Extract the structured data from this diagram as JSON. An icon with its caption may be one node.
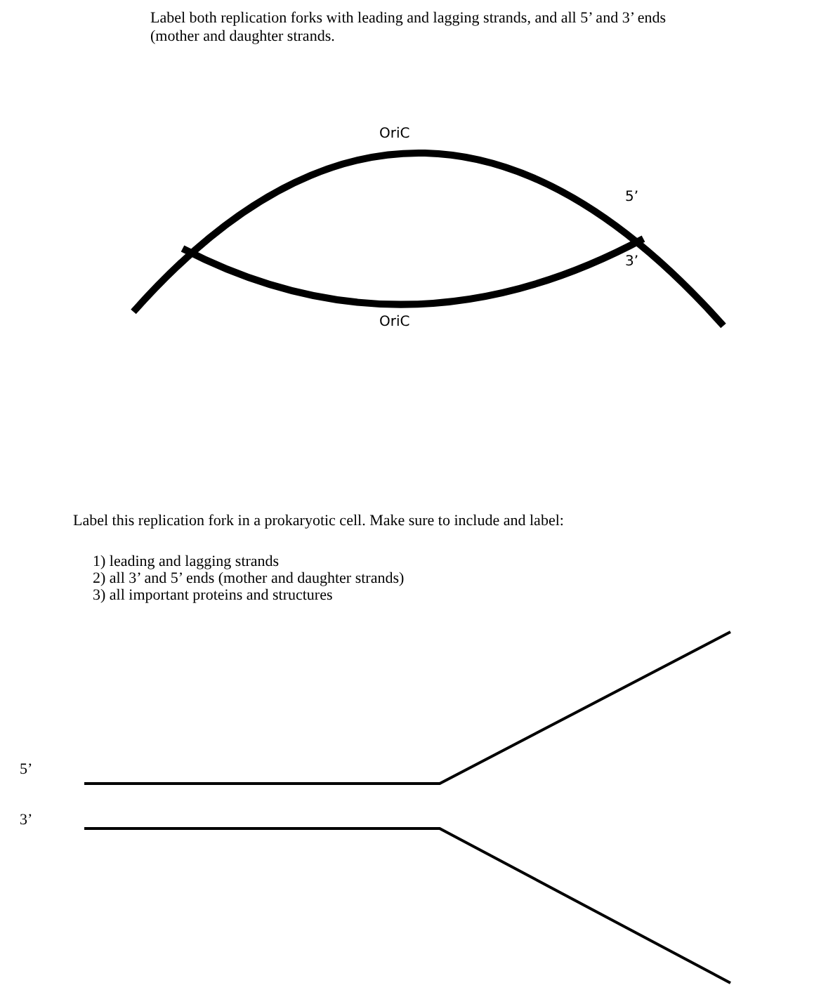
{
  "diagram": {
    "labels": [
      "Label both replication forks with leading and lagging strands, and all 5’ and 3’ ends (mother and daughter strands.",
      "OriC",
      "5’",
      "3’",
      "OriC",
      "Label this replication fork in a prokaryotic cell.  Make sure to include and label:",
      "1)  leading and lagging strands",
      "2)  all 3’ and 5’ ends (mother and daughter strands)",
      "3)  all important proteins and structures",
      "5’",
      "3’"
    ]
  }
}
